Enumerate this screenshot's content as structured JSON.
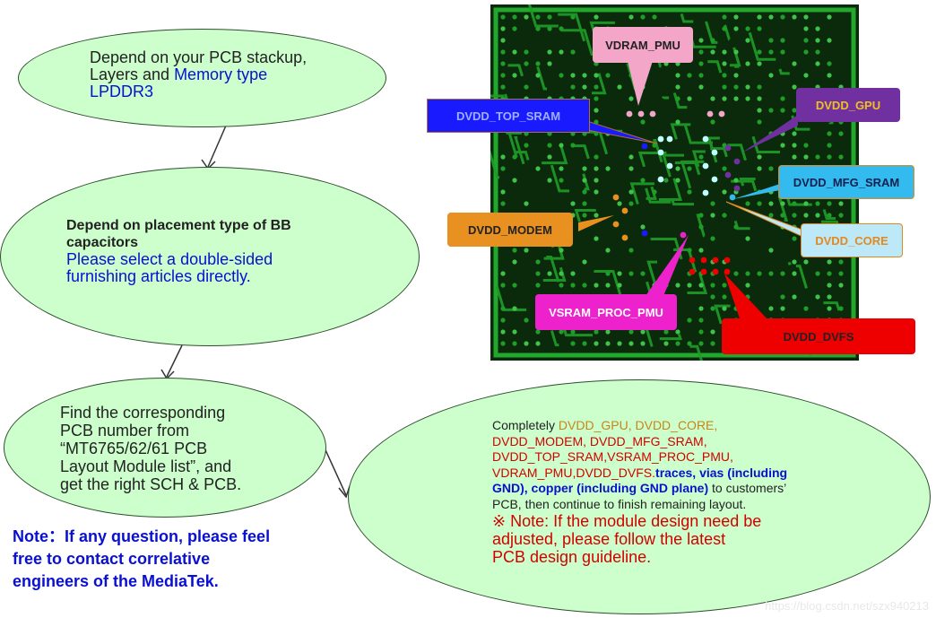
{
  "step1": {
    "line1": "Depend on your PCB stackup,",
    "line2a": "Layers and ",
    "line2b": "Memory type",
    "line3": "LPDDR3"
  },
  "step2": {
    "line1": "Depend on placement type of BB",
    "line2": "capacitors",
    "line3": "Please select  a double-sided",
    "line4": "furnishing articles directly."
  },
  "step3": {
    "line1": "Find the corresponding",
    "line2": "PCB number from",
    "line3": "“MT6765/62/61 PCB",
    "line4": "Layout Module list”, and",
    "line5": "get the right SCH & PCB."
  },
  "note": {
    "line1": "Note：If any question, please feel",
    "line2": "free to contact correlative",
    "line3": "engineers of the MediaTek."
  },
  "step4": {
    "l1a": "Completely ",
    "l1b": "DVDD_GPU, DVDD_CORE,",
    "l2": "DVDD_MODEM, DVDD_MFG_SRAM,",
    "l3": "DVDD_TOP_SRAM,VSRAM_PROC_PMU,",
    "l4a": "VDRAM_PMU,DVDD_DVFS.",
    "l4b": "traces, vias (including",
    "l5a": "GND), copper (including GND plane)",
    "l5b": " to customers’",
    "l6": "PCB, then continue to finish remaining layout.",
    "n1": "※ Note: If the module design need be",
    "n2": "adjusted, please follow the latest",
    "n3": "PCB design  guideline."
  },
  "labels": {
    "vdram_pmu": "VDRAM_PMU",
    "dvdd_top_sram": "DVDD_TOP_SRAM",
    "dvdd_gpu": "DVDD_GPU",
    "dvdd_mfg_sram": "DVDD_MFG_SRAM",
    "dvdd_modem": "DVDD_MODEM",
    "dvdd_core": "DVDD_CORE",
    "vsram_proc_pmu": "VSRAM_PROC_PMU",
    "dvdd_dvfs": "DVDD_DVFS"
  },
  "watermark": "https://blog.csdn.net/szx940213",
  "colors": {
    "bubble": "#ccffcc",
    "pcb_bg": "#0b2a0b",
    "trace": "#1e9e28",
    "blue_text": "#0a10d0",
    "red_text": "#d40000",
    "gold_text": "#c8841a"
  }
}
